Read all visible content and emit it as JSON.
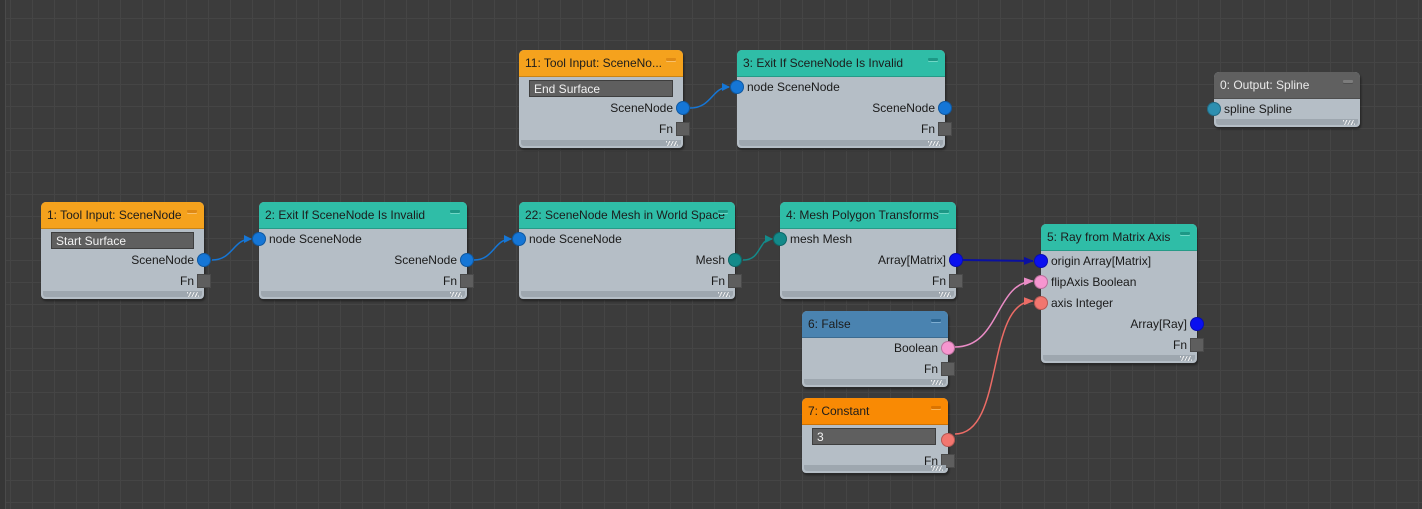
{
  "canvas": {
    "type": "node-graph-editor"
  },
  "colors": {
    "scenenode_port": "#1576d6",
    "array_port": "#0a10f0",
    "mesh_port": "#138a8a",
    "spline_port": "#2d8fb0",
    "boolean_port": "#f696d0",
    "integer_port": "#f2766f",
    "tool_input_header": "#f5a21d",
    "constant_header": "#f98a04",
    "function_header": "#2fbda7",
    "boolean_header": "#4a83b0",
    "output_header": "#606060"
  },
  "nodes": {
    "n11": {
      "title": "11: Tool Input: SceneNo...",
      "field_value": "End Surface",
      "outputs": [
        "SceneNode",
        "Fn"
      ]
    },
    "n3": {
      "title": "3: Exit If SceneNode Is Invalid",
      "inputs": [
        "node SceneNode"
      ],
      "outputs": [
        "SceneNode",
        "Fn"
      ]
    },
    "n0": {
      "title": "0: Output: Spline",
      "inputs": [
        "spline Spline"
      ]
    },
    "n1": {
      "title": "1: Tool Input: SceneNode",
      "field_value": "Start Surface",
      "outputs": [
        "SceneNode",
        "Fn"
      ]
    },
    "n2": {
      "title": "2: Exit If SceneNode Is Invalid",
      "inputs": [
        "node SceneNode"
      ],
      "outputs": [
        "SceneNode",
        "Fn"
      ]
    },
    "n22": {
      "title": "22: SceneNode Mesh in World Space",
      "inputs": [
        "node SceneNode"
      ],
      "outputs": [
        "Mesh",
        "Fn"
      ]
    },
    "n4": {
      "title": "4: Mesh Polygon Transforms",
      "inputs": [
        "mesh Mesh"
      ],
      "outputs": [
        "Array[Matrix]",
        "Fn"
      ]
    },
    "n5": {
      "title": "5: Ray from Matrix Axis",
      "inputs": [
        "origin Array[Matrix]",
        "flipAxis Boolean",
        "axis Integer"
      ],
      "outputs": [
        "Array[Ray]",
        "Fn"
      ]
    },
    "n6": {
      "title": "6: False",
      "outputs": [
        "Boolean",
        "Fn"
      ]
    },
    "n7": {
      "title": "7: Constant",
      "field_value": "3",
      "outputs": [
        "Fn"
      ]
    }
  },
  "connections": [
    {
      "from": "11.SceneNode",
      "to": "3.node"
    },
    {
      "from": "1.SceneNode",
      "to": "2.node"
    },
    {
      "from": "2.SceneNode",
      "to": "22.node"
    },
    {
      "from": "22.Mesh",
      "to": "4.mesh"
    },
    {
      "from": "4.Array[Matrix]",
      "to": "5.origin"
    },
    {
      "from": "6.Boolean",
      "to": "5.flipAxis"
    },
    {
      "from": "7.value",
      "to": "5.axis"
    }
  ]
}
